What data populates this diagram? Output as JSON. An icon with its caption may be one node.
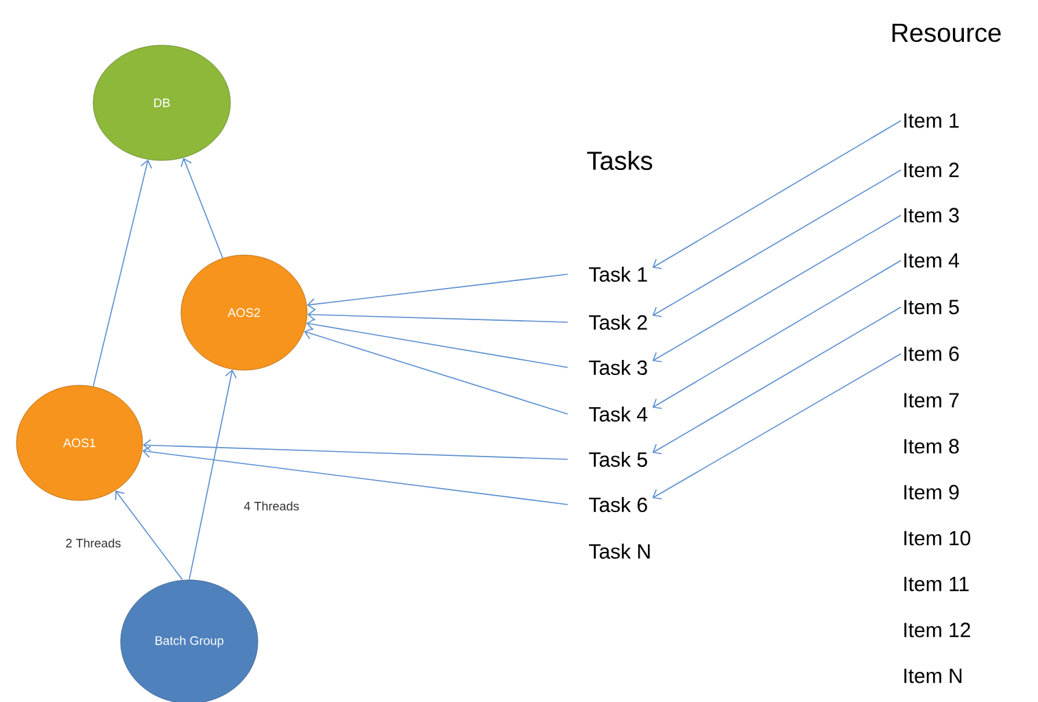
{
  "diagram": {
    "nodes": [
      {
        "text": [
          "DB"
        ]
      },
      {
        "text": [
          "AOS2"
        ]
      },
      {
        "text": [
          "AOS1"
        ]
      },
      {
        "text": [
          "Batch Group"
        ]
      },
      {
        "text": [
          "Task 1"
        ]
      },
      {
        "text": [
          "Task 2"
        ]
      },
      {
        "text": [
          "Task 3"
        ]
      },
      {
        "text": [
          "Task 4"
        ]
      },
      {
        "text": [
          "Task 5"
        ]
      },
      {
        "text": [
          "Task 6"
        ]
      },
      {
        "text": [
          "Item 1"
        ]
      },
      {
        "text": [
          "Item 2"
        ]
      },
      {
        "text": [
          "Item 3"
        ]
      },
      {
        "text": [
          "Item 4"
        ]
      },
      {
        "text": [
          "Item 5"
        ]
      },
      {
        "text": [
          "Item 6"
        ]
      }
    ],
    "edges": [
      {
        "from": 2,
        "to": 0,
        "arrow": "to"
      },
      {
        "from": 1,
        "to": 0,
        "arrow": "to"
      },
      {
        "from": 3,
        "to": 2,
        "arrow": "to",
        "label": "2 Threads"
      },
      {
        "from": 3,
        "to": 1,
        "arrow": "to",
        "label": "4 Threads"
      },
      {
        "from": 4,
        "to": 1,
        "arrow": "to"
      },
      {
        "from": 5,
        "to": 1,
        "arrow": "to"
      },
      {
        "from": 6,
        "to": 1,
        "arrow": "to"
      },
      {
        "from": 7,
        "to": 1,
        "arrow": "to"
      },
      {
        "from": 8,
        "to": 2,
        "arrow": "to"
      },
      {
        "from": 9,
        "to": 2,
        "arrow": "to"
      },
      {
        "from": 10,
        "to": 4,
        "arrow": "to"
      },
      {
        "from": 11,
        "to": 5,
        "arrow": "to"
      },
      {
        "from": 12,
        "to": 6,
        "arrow": "to"
      },
      {
        "from": 13,
        "to": 7,
        "arrow": "to"
      },
      {
        "from": 14,
        "to": 8,
        "arrow": "to"
      },
      {
        "from": 15,
        "to": 9,
        "arrow": "to"
      }
    ],
    "labels": [
      "Resource",
      "Tasks",
      "Task N",
      "Item 7",
      "Item 8",
      "Item 9",
      "Item 10",
      "Item 11",
      "Item 12",
      "Item N"
    ]
  }
}
